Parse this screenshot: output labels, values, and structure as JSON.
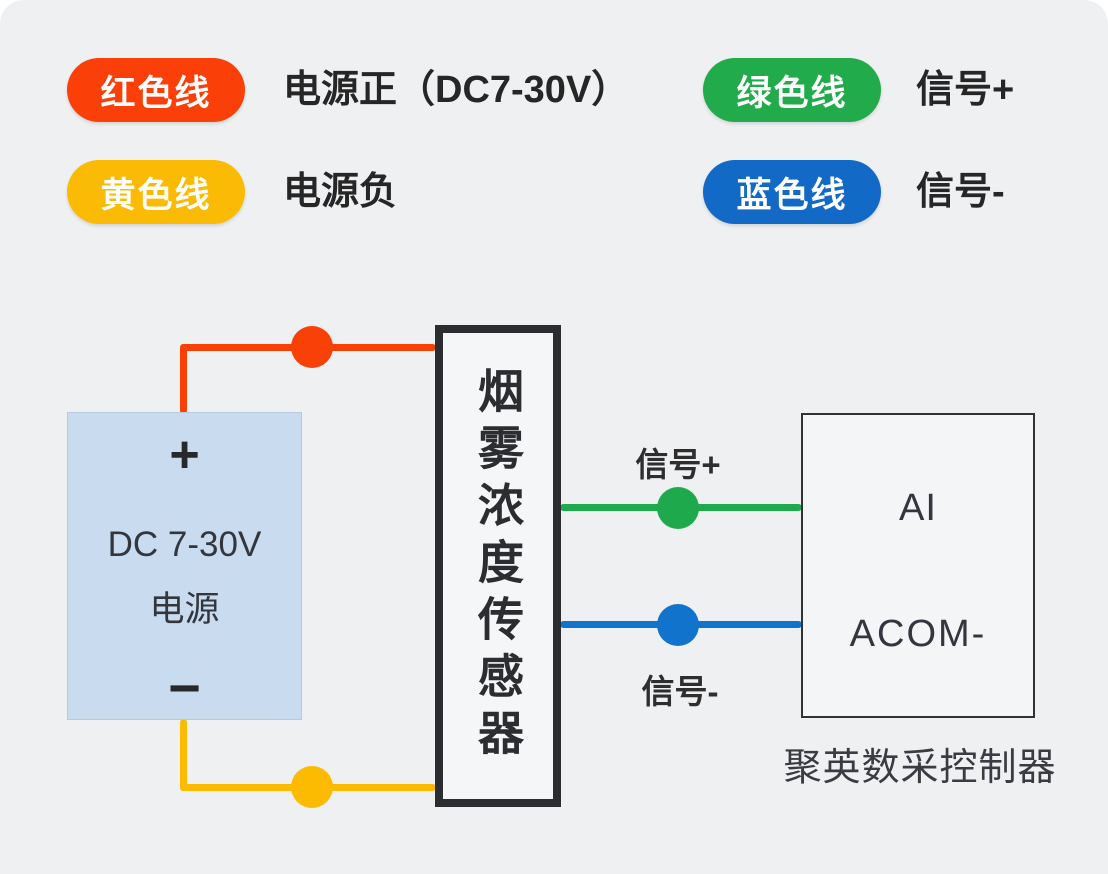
{
  "page": {
    "background": "#ffffff",
    "canvas_background": "#eef0f2"
  },
  "legend": {
    "items": [
      {
        "pill": "红色线",
        "pill_color": "#fa3f08",
        "label": "电源正（DC7-30V）"
      },
      {
        "pill": "黄色线",
        "pill_color": "#fbbb04",
        "label": "电源负"
      },
      {
        "pill": "绿色线",
        "pill_color": "#21ab4b",
        "label": "信号+"
      },
      {
        "pill": "蓝色线",
        "pill_color": "#1269c6",
        "label": "信号-"
      }
    ]
  },
  "diagram": {
    "power_box": {
      "plus": "+",
      "voltage": "DC 7-30V",
      "name": "电源",
      "minus": "−"
    },
    "sensor_box": {
      "label": "烟雾浓度传感器"
    },
    "controller_box": {
      "port_ai": "AI",
      "port_acom": "ACOM-",
      "caption": "聚英数采控制器"
    },
    "wire_labels": {
      "signal_plus": "信号+",
      "signal_minus": "信号-"
    },
    "wire_colors": {
      "red": "#f94107",
      "yellow": "#fcba00",
      "green": "#1fa94d",
      "blue": "#1273cc"
    }
  }
}
